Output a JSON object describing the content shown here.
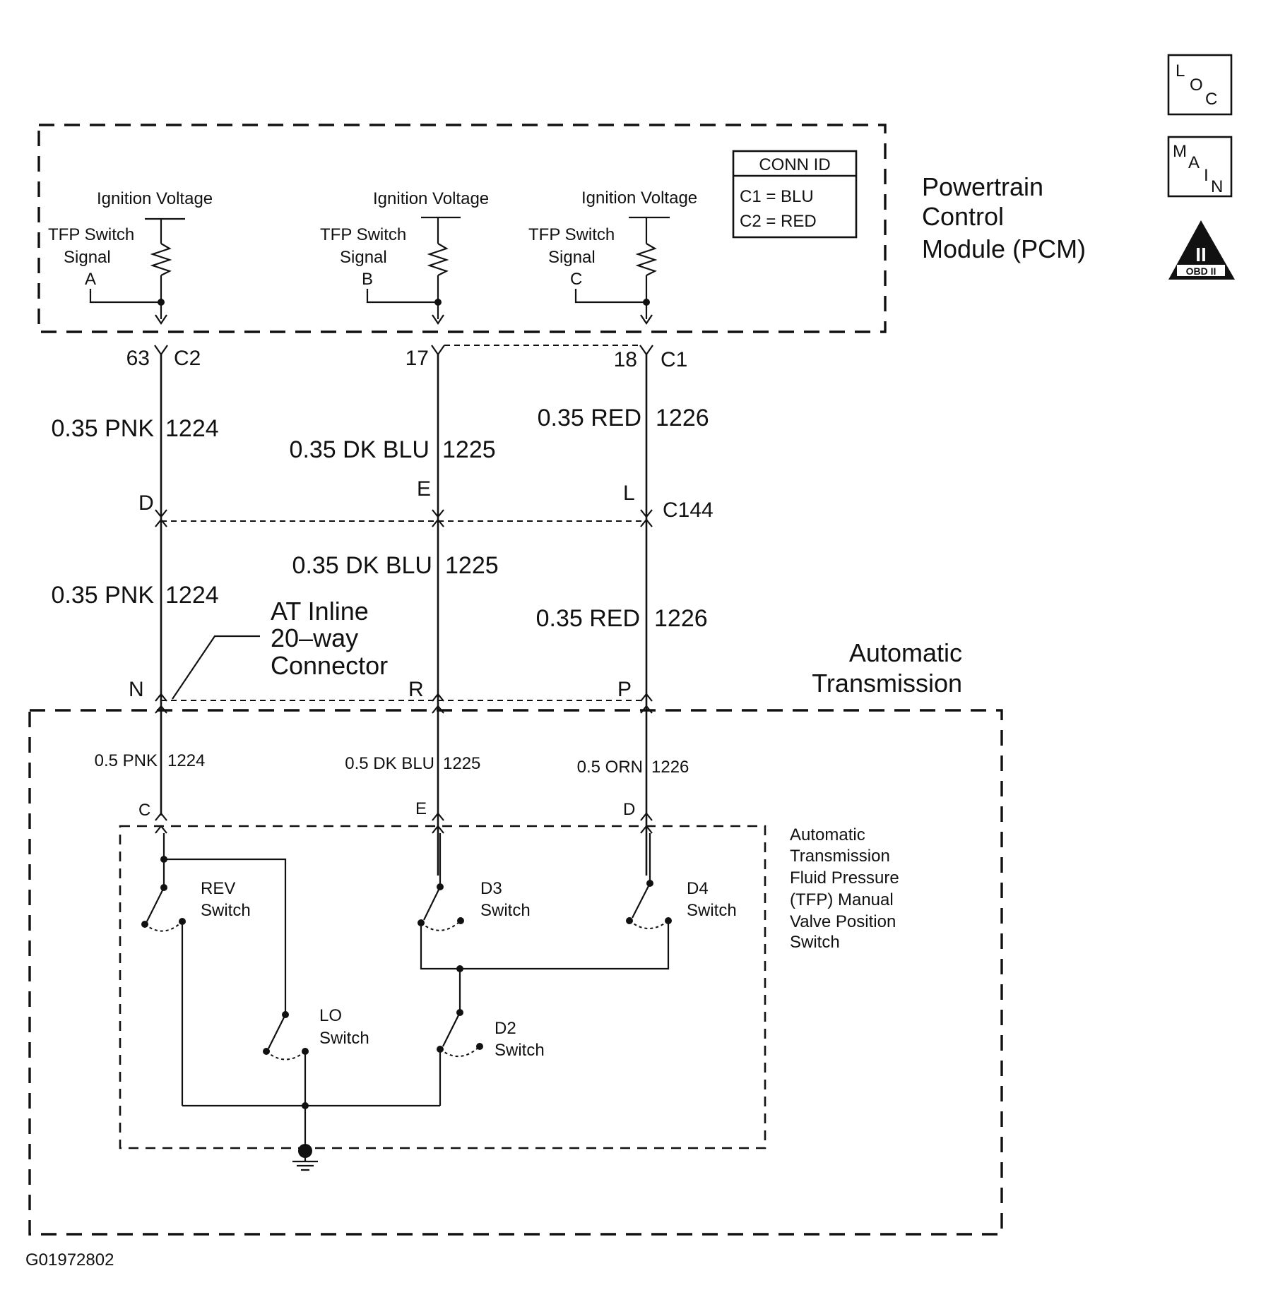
{
  "pcm": {
    "title_lines": [
      "Powertrain",
      "Control",
      "Module (PCM)"
    ],
    "circuits": [
      {
        "supply": "Ignition Voltage",
        "signal_lines": [
          "TFP Switch",
          "Signal",
          "A"
        ]
      },
      {
        "supply": "Ignition Voltage",
        "signal_lines": [
          "TFP Switch",
          "Signal",
          "B"
        ]
      },
      {
        "supply": "Ignition Voltage",
        "signal_lines": [
          "TFP Switch",
          "Signal",
          "C"
        ]
      }
    ],
    "conn_id": {
      "title": "CONN ID",
      "rows": [
        "C1 = BLU",
        "C2 = RED"
      ]
    }
  },
  "pcm_pins": [
    {
      "pin": "63",
      "conn": "C2"
    },
    {
      "pin": "17",
      "conn": ""
    },
    {
      "pin": "18",
      "conn": "C1"
    }
  ],
  "upper_wires": [
    {
      "color": "0.35 PNK",
      "circuit": "1224"
    },
    {
      "color": "0.35 DK BLU",
      "circuit": "1225"
    },
    {
      "color": "0.35 RED",
      "circuit": "1226"
    }
  ],
  "c144": {
    "name": "C144",
    "pins": [
      "D",
      "E",
      "L"
    ]
  },
  "middle_wires": [
    {
      "color": "0.35 PNK",
      "circuit": "1224"
    },
    {
      "color": "0.35 DK BLU",
      "circuit": "1225"
    },
    {
      "color": "0.35 RED",
      "circuit": "1226"
    }
  ],
  "inline_connector": {
    "label_lines": [
      "AT Inline",
      "20–way",
      "Connector"
    ],
    "pins": [
      "N",
      "R",
      "P"
    ]
  },
  "transmission": {
    "title_lines": [
      "Automatic",
      "Transmission"
    ]
  },
  "lower_wires": [
    {
      "color": "0.5 PNK",
      "circuit": "1224"
    },
    {
      "color": "0.5 DK BLU",
      "circuit": "1225"
    },
    {
      "color": "0.5 ORN",
      "circuit": "1226"
    }
  ],
  "switch_assembly": {
    "pins": [
      "C",
      "E",
      "D"
    ],
    "title_lines": [
      "Automatic",
      "Transmission",
      "Fluid Pressure",
      "(TFP) Manual",
      "Valve Position",
      "Switch"
    ],
    "switches": [
      {
        "name": "REV",
        "label": "Switch"
      },
      {
        "name": "D3",
        "label": "Switch"
      },
      {
        "name": "D4",
        "label": "Switch"
      },
      {
        "name": "LO",
        "label": "Switch"
      },
      {
        "name": "D2",
        "label": "Switch"
      }
    ]
  },
  "side_icons": {
    "loc": [
      "L",
      "O",
      "C"
    ],
    "main": [
      "M",
      "A",
      "I",
      "N"
    ],
    "obd": {
      "numeral": "II",
      "label": "OBD II"
    }
  },
  "figure_id": "G01972802"
}
